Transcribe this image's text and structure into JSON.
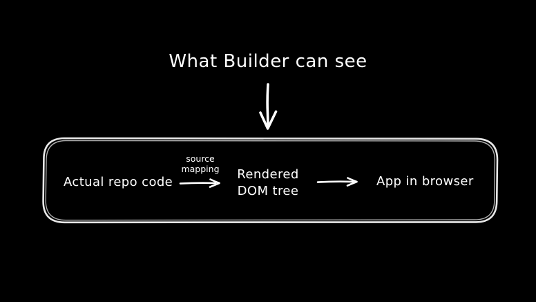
{
  "title": "What Builder can see",
  "pipeline": {
    "source_node": {
      "label": "Actual repo code"
    },
    "middle_node": {
      "line1": "Rendered",
      "line2": "DOM tree"
    },
    "target_node": {
      "label": "App in browser"
    },
    "transition_label": {
      "line1": "source",
      "line2": "mapping"
    }
  },
  "icons": {
    "down_arrow": "down-arrow",
    "flow_arrow": "right-arrow"
  },
  "colors": {
    "background": "#000000",
    "text": "#ffffff",
    "container_border": "#e8e8e8",
    "arrow": "#ffffff"
  }
}
